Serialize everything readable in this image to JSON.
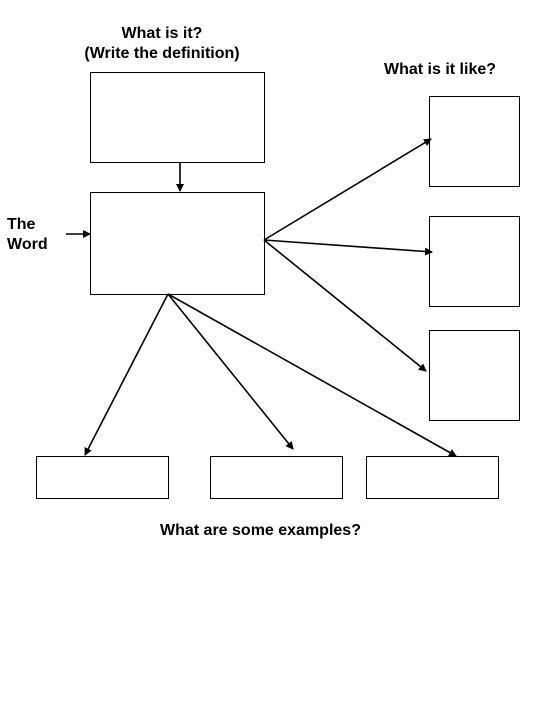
{
  "diagram": {
    "definition_title_line1": "What is it?",
    "definition_title_line2": "(Write the definition)",
    "like_title": "What is it like?",
    "word_label_line1": "The",
    "word_label_line2": "Word",
    "examples_title": "What are some examples?"
  },
  "colors": {
    "stroke": "#000000",
    "background": "#ffffff"
  }
}
